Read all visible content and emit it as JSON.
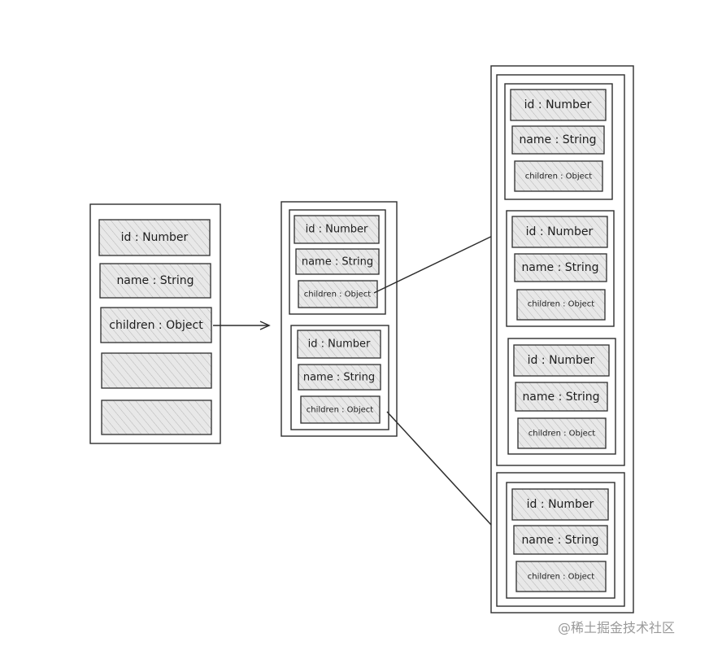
{
  "diagram": {
    "stage1": {
      "fields": [
        {
          "label": "id : Number"
        },
        {
          "label": "name : String"
        },
        {
          "label": "children : Object"
        },
        {
          "label": ""
        },
        {
          "label": ""
        }
      ]
    },
    "stage2": {
      "nodes": [
        {
          "fields": [
            {
              "label": "id : Number"
            },
            {
              "label": "name : String"
            },
            {
              "label": "children : Object"
            }
          ]
        },
        {
          "fields": [
            {
              "label": "id : Number"
            },
            {
              "label": "name : String"
            },
            {
              "label": "children : Object"
            }
          ]
        }
      ]
    },
    "stage3": {
      "groups": [
        {
          "nodes": [
            {
              "fields": [
                {
                  "label": "id : Number"
                },
                {
                  "label": "name : String"
                },
                {
                  "label": "children : Object"
                }
              ]
            },
            {
              "fields": [
                {
                  "label": "id : Number"
                },
                {
                  "label": "name : String"
                },
                {
                  "label": "children : Object"
                }
              ]
            },
            {
              "fields": [
                {
                  "label": "id : Number"
                },
                {
                  "label": "name : String"
                },
                {
                  "label": "children : Object"
                }
              ]
            }
          ]
        },
        {
          "nodes": [
            {
              "fields": [
                {
                  "label": "id : Number"
                },
                {
                  "label": "name : String"
                },
                {
                  "label": "children : Object"
                }
              ]
            }
          ]
        }
      ]
    },
    "watermark": "@稀土掘金技术社区",
    "colors": {
      "stroke": "#2d2d2d",
      "field_fill": "#e8e8e8",
      "hatch": "#b5b5b5",
      "watermark": "#9a9a9a"
    }
  }
}
